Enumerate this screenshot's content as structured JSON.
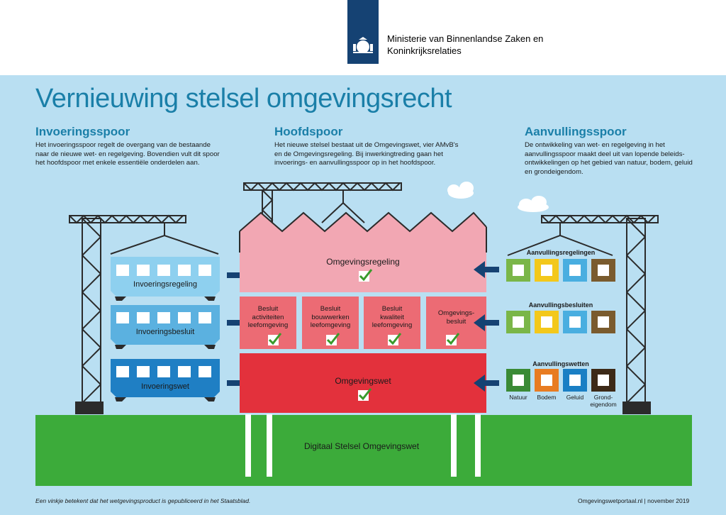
{
  "header": {
    "ministry_line1": "Ministerie van Binnenlandse Zaken en",
    "ministry_line2": "Koninkrijksrelaties"
  },
  "title": "Vernieuwing stelsel omgevingsrecht",
  "columns": {
    "left": {
      "heading": "Invoeringsspoor",
      "text": "Het invoeringsspoor regelt de overgang van de bestaande naar de nieuwe wet- en regelgeving. Bovendien vult dit spoor het hoofdspoor met enkele essentiële onderdelen aan."
    },
    "middle": {
      "heading": "Hoofdspoor",
      "text": "Het nieuwe stelsel bestaat uit de Omgevingswet, vier AMvB's en de Omgevingsregeling. Bij inwerkingtreding gaan het invoerings- en aanvullingsspoor op in het hoofdspoor."
    },
    "right": {
      "heading": "Aanvullingsspoor",
      "text": "De ontwikkeling van wet- en regelgeving in het aanvullingsspoor maakt deel uit van lopende beleids-ontwikkelingen op het gebied van natuur, bodem, geluid en grondeigendom."
    }
  },
  "wagons": [
    {
      "label": "Invoeringsregeling",
      "color": "#8ed0ef"
    },
    {
      "label": "Invoeringsbesluit",
      "color": "#5bb1e0"
    },
    {
      "label": "Invoeringswet",
      "color": "#1f7fc4"
    }
  ],
  "building": {
    "top": {
      "label": "Omgevingsregeling",
      "color": "#f2a7b3"
    },
    "middle_cells": [
      {
        "line1": "Besluit",
        "line2": "activiteiten",
        "line3": "leefomgeving"
      },
      {
        "line1": "Besluit",
        "line2": "bouwwerken",
        "line3": "leefomgeving"
      },
      {
        "line1": "Besluit",
        "line2": "kwaliteit",
        "line3": "leefomgeving"
      },
      {
        "line1": "Omgevings-",
        "line2": "besluit",
        "line3": ""
      }
    ],
    "middle_color": "#ec6b74",
    "bottom": {
      "label": "Omgevingswet",
      "color": "#e3313c"
    },
    "check_color": "#3a9a2b"
  },
  "ground": {
    "label": "Digitaal Stelsel Omgevingswet",
    "color": "#3cab3a"
  },
  "supplements": [
    {
      "label": "Aanvullingsregelingen",
      "colors": [
        "#7ab648",
        "#f3c81b",
        "#49aee0",
        "#7a5b2e"
      ]
    },
    {
      "label": "Aanvullingsbesluiten",
      "colors": [
        "#7ab648",
        "#f3c81b",
        "#49aee0",
        "#7a5b2e"
      ]
    },
    {
      "label": "Aanvullingswetten",
      "colors": [
        "#3a8a35",
        "#e87c22",
        "#1a7fc4",
        "#3d2a18"
      ]
    }
  ],
  "supplement_names": [
    "Natuur",
    "Bodem",
    "Geluid",
    "Grond-",
    "eigendom"
  ],
  "footer": {
    "left": "Een vinkje betekent dat het wetgevingsproduct is gepubliceerd in het Staatsblad.",
    "right": "Omgevingswetportaal.nl | november 2019"
  }
}
